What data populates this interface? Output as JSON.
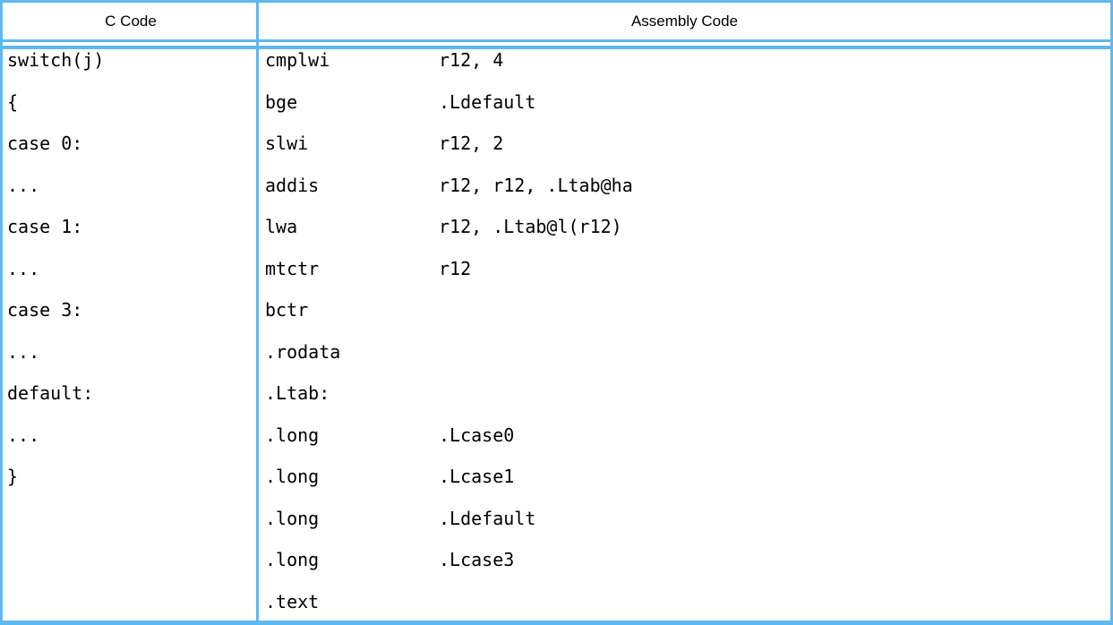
{
  "table": {
    "headers": {
      "c": "C Code",
      "asm": "Assembly Code"
    },
    "c_lines": [
      "switch(j)",
      "{",
      "case 0:",
      "...",
      "case 1:",
      "...",
      "case 3:",
      "...",
      "default:",
      "...",
      "}"
    ],
    "asm_lines": [
      {
        "mnemonic": "cmplwi",
        "operands": "r12, 4"
      },
      {
        "mnemonic": "bge",
        "operands": ".Ldefault"
      },
      {
        "mnemonic": "slwi",
        "operands": "r12, 2"
      },
      {
        "mnemonic": "addis",
        "operands": "r12, r12, .Ltab@ha"
      },
      {
        "mnemonic": "lwa",
        "operands": "r12, .Ltab@l(r12)"
      },
      {
        "mnemonic": "mtctr",
        "operands": "r12"
      },
      {
        "mnemonic": "bctr",
        "operands": ""
      },
      {
        "mnemonic": ".rodata",
        "operands": ""
      },
      {
        "mnemonic": ".Ltab:",
        "operands": ""
      },
      {
        "mnemonic": ".long",
        "operands": ".Lcase0"
      },
      {
        "mnemonic": ".long",
        "operands": ".Lcase1"
      },
      {
        "mnemonic": ".long",
        "operands": ".Ldefault"
      },
      {
        "mnemonic": ".long",
        "operands": ".Lcase3"
      },
      {
        "mnemonic": ".text",
        "operands": ""
      }
    ],
    "colors": {
      "border": "#5db9f0",
      "text": "#000000",
      "background": "#ffffff"
    }
  }
}
